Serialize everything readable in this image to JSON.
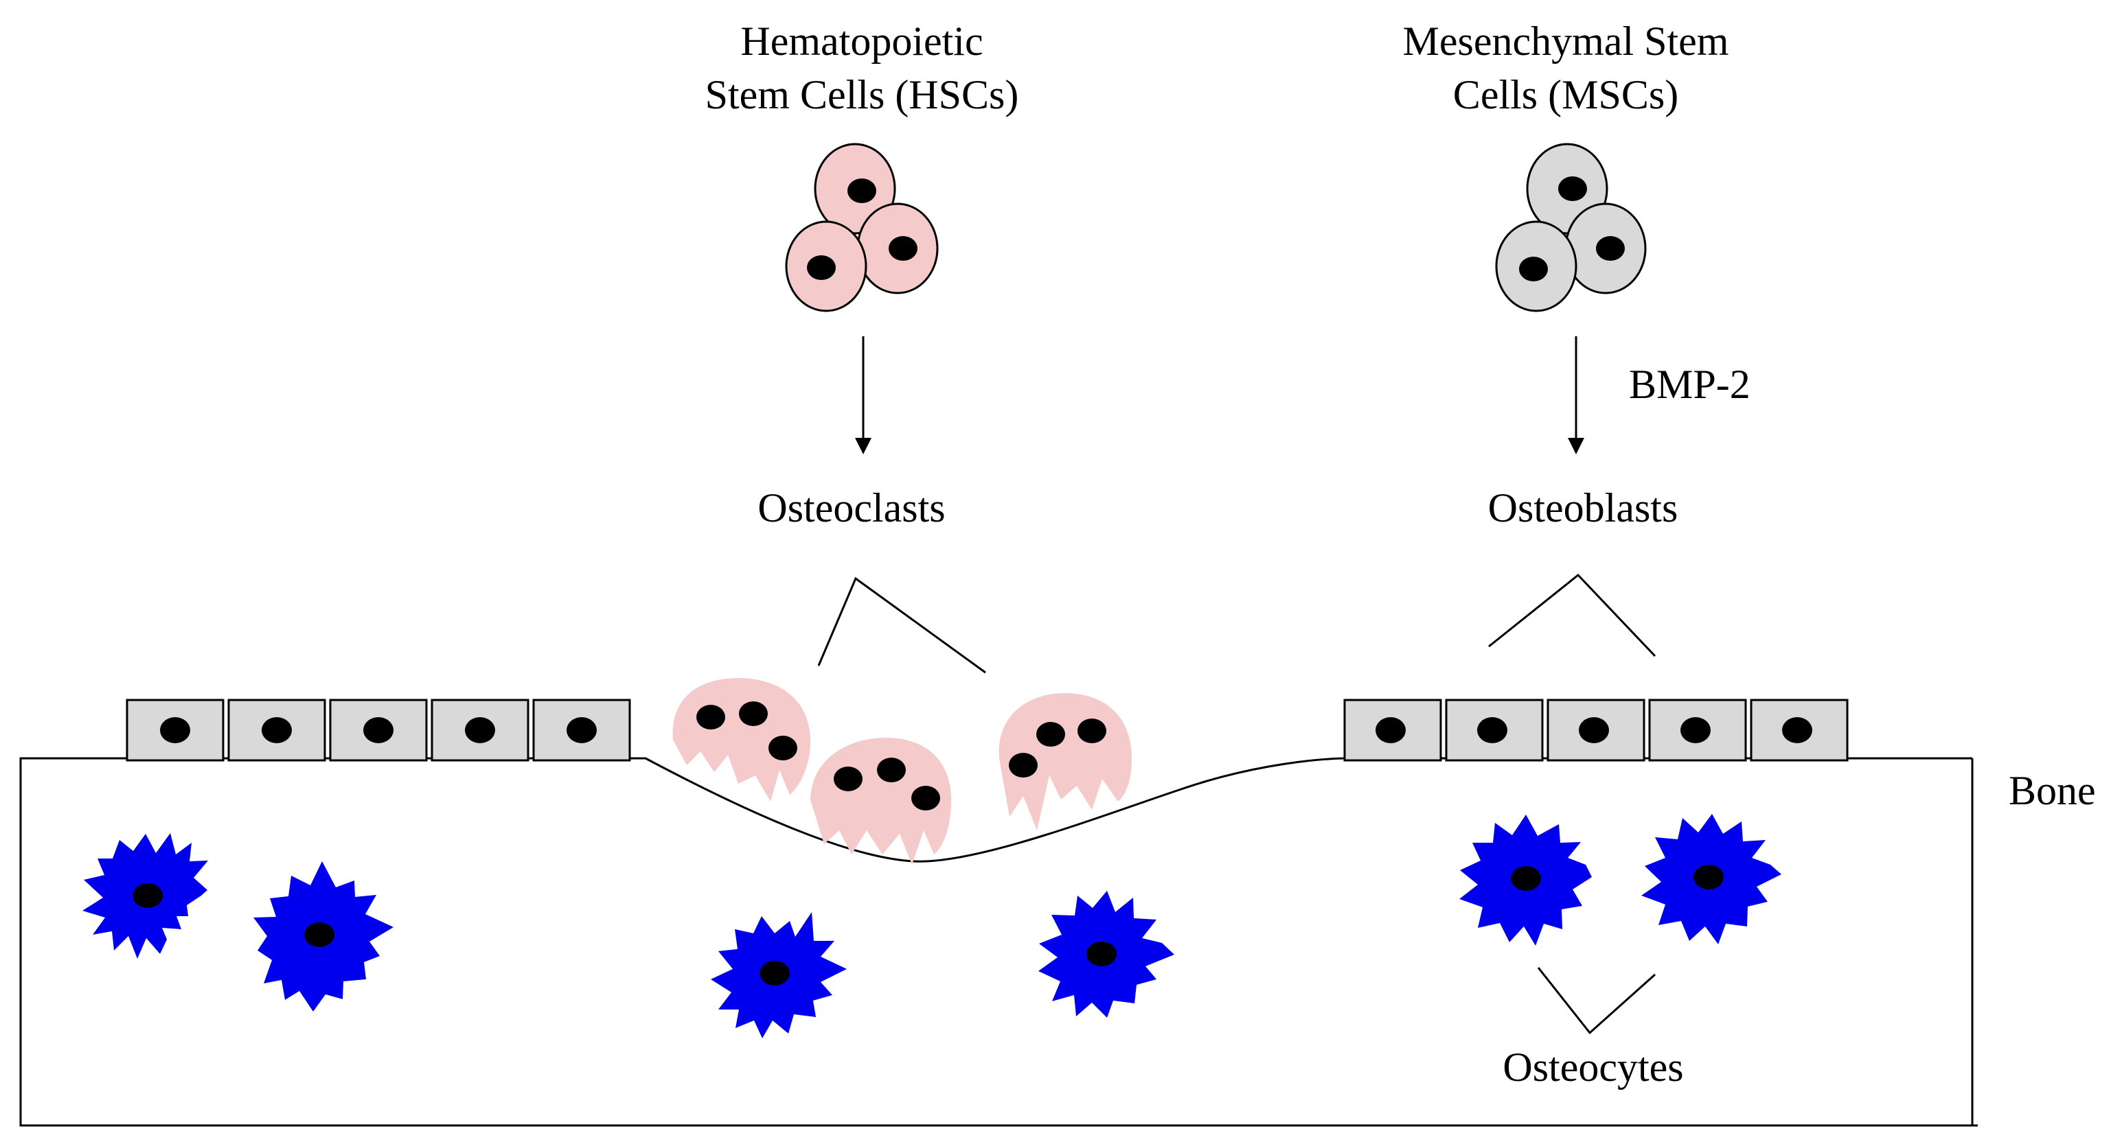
{
  "labels": {
    "hsc_line1": "Hematopoietic",
    "hsc_line2": "Stem Cells (HSCs)",
    "msc_line1": "Mesenchymal Stem",
    "msc_line2": "Cells (MSCs)",
    "bmp2": "BMP-2",
    "osteoclasts": "Osteoclasts",
    "osteoblasts": "Osteoblasts",
    "bone": "Bone",
    "osteocytes": "Osteocytes"
  },
  "colors": {
    "hsc_fill": "#F4CACA",
    "msc_fill": "#D9D9D9",
    "osteoblast_fill": "#D9D9D9",
    "osteoclast_fill": "#F4CACA",
    "osteocyte_fill": "#0000EE",
    "nucleus": "#000000",
    "line": "#000000"
  }
}
